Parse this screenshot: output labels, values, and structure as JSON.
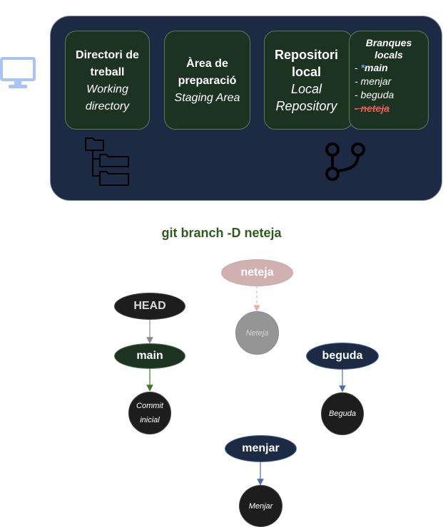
{
  "panel": {
    "working_directory": {
      "title_line1": "Directori de",
      "title_line2": "treball",
      "subtitle_line1": "Working",
      "subtitle_line2": "directory"
    },
    "staging": {
      "title_line1": "Àrea de",
      "title_line2": "preparació",
      "subtitle": "Staging Area"
    },
    "repository": {
      "title_line1": "Repositori",
      "title_line2": "local",
      "subtitle_line1": "Local",
      "subtitle_line2": "Repository"
    },
    "branches": {
      "title_line1": "Branques",
      "title_line2": "locals",
      "main_prefix": "- ",
      "main_star": "*",
      "main_name": "main",
      "item2": "- menjar",
      "item3": "- beguda",
      "deleted": "- neteja"
    }
  },
  "command": "git branch -D neteja",
  "graph": {
    "head": "HEAD",
    "main": "main",
    "commit_initial_line1": "Commit",
    "commit_initial_line2": "inicial",
    "neteja_branch": "neteja",
    "neteja_commit": "Neteja",
    "beguda_branch": "beguda",
    "beguda_commit": "Beguda",
    "menjar_branch": "menjar",
    "menjar_commit": "Menjar"
  },
  "colors": {
    "panel_bg": "#1d2a44",
    "box_bg": "#1d3322",
    "command_green": "#2e5b1e",
    "deleted_red": "#e85a5a",
    "star_blue": "#4ea3e8"
  },
  "icons": [
    "computer-monitor-icon",
    "folder-tree-icon",
    "git-branch-icon"
  ]
}
